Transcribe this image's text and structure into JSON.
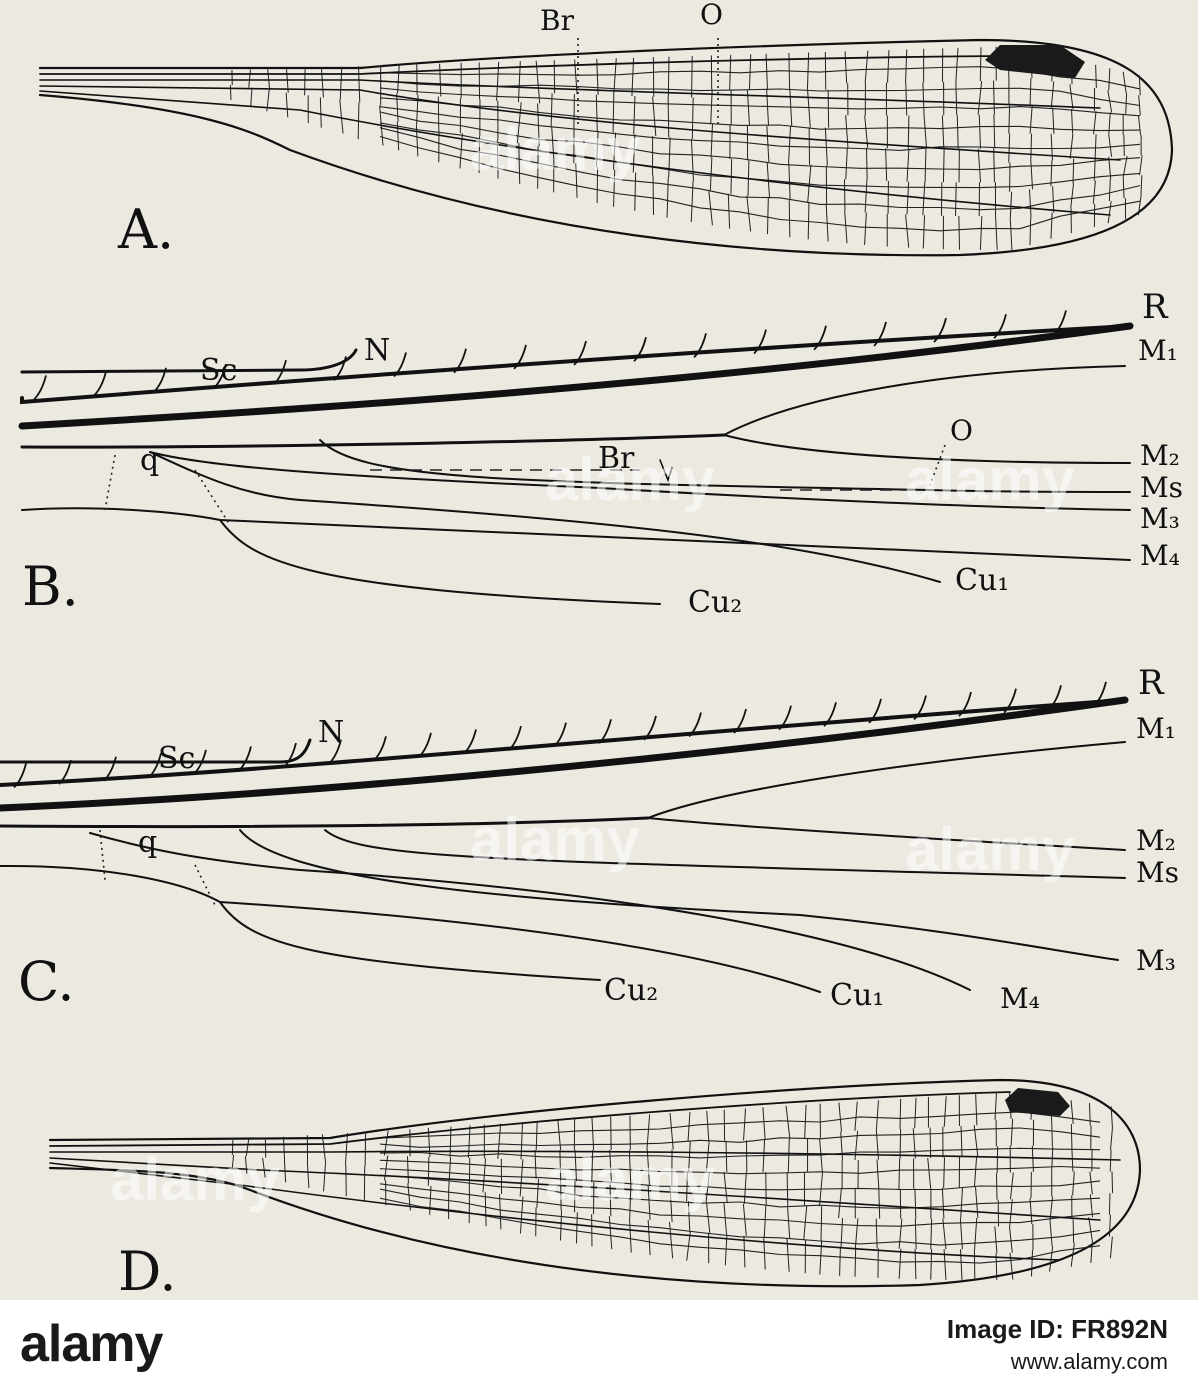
{
  "figure": {
    "panels": {
      "a": "A.",
      "b": "B.",
      "c": "C.",
      "d": "D."
    },
    "labels": {
      "br": "Br",
      "o": "O",
      "r": "R",
      "sc": "Sc",
      "n": "N",
      "q": "q",
      "m1": "M₁",
      "m2": "M₂",
      "ms": "Ms",
      "m3": "M₃",
      "m4": "M₄",
      "cu1": "Cu₁",
      "cu2": "Cu₂"
    },
    "watermark": "alamy"
  },
  "footer": {
    "brand": "alamy",
    "image_id": "Image ID: FR892N",
    "url": "www.alamy.com"
  }
}
